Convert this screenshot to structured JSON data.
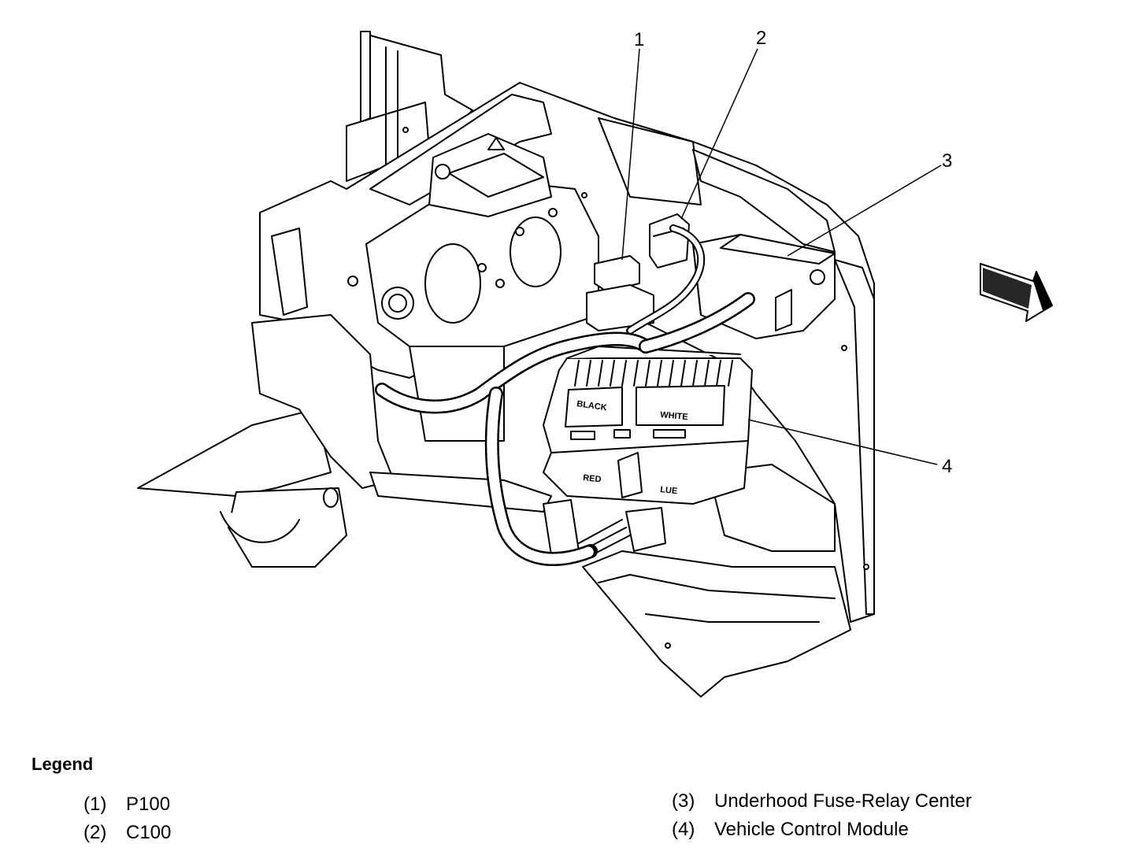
{
  "callouts": [
    {
      "number": "1"
    },
    {
      "number": "2"
    },
    {
      "number": "3"
    },
    {
      "number": "4"
    }
  ],
  "module_labels": {
    "black": "BLACK",
    "white": "WHITE",
    "red": "RED",
    "blue": "LUE"
  },
  "legend": {
    "title": "Legend",
    "items": [
      {
        "num": "(1)",
        "text": "P100"
      },
      {
        "num": "(2)",
        "text": "C100"
      },
      {
        "num": "(3)",
        "text": "Underhood Fuse-Relay Center"
      },
      {
        "num": "(4)",
        "text": "Vehicle Control Module"
      }
    ]
  }
}
